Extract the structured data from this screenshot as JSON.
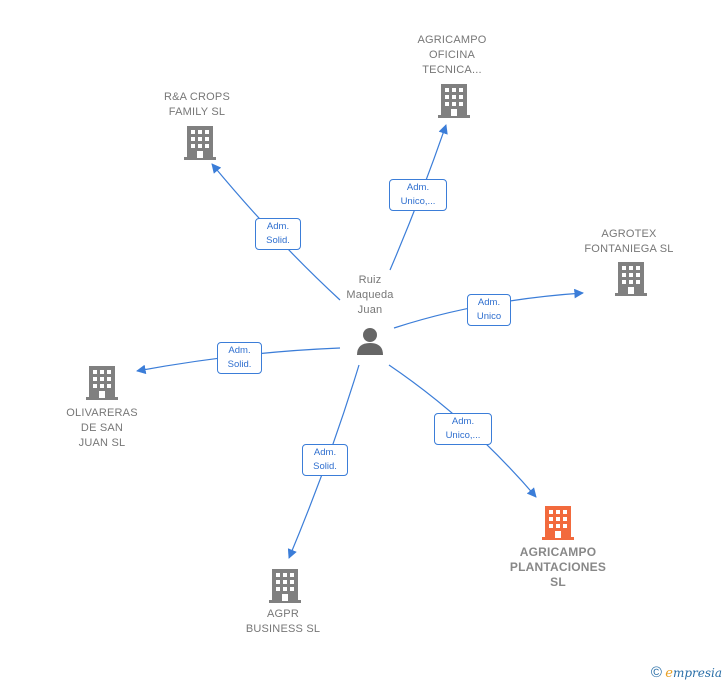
{
  "center": {
    "label": "Ruiz\nMaqueda\nJuan",
    "icon": "person-icon"
  },
  "nodes": [
    {
      "id": "agricampo-oficina",
      "label": "AGRICAMPO\nOFICINA\nTECNICA...",
      "icon": "building-icon",
      "highlight": false
    },
    {
      "id": "ra-crops",
      "label": "R&A CROPS\nFAMILY  SL",
      "icon": "building-icon",
      "highlight": false
    },
    {
      "id": "agrotex",
      "label": "AGROTEX\nFONTANIEGA SL",
      "icon": "building-icon",
      "highlight": false
    },
    {
      "id": "olivareras",
      "label": "OLIVARERAS\nDE SAN\nJUAN  SL",
      "icon": "building-icon",
      "highlight": false
    },
    {
      "id": "agricampo-plantaciones",
      "label": "AGRICAMPO\nPLANTACIONES\nSL",
      "icon": "building-icon",
      "highlight": true
    },
    {
      "id": "agpr",
      "label": "AGPR\nBUSINESS  SL",
      "icon": "building-icon",
      "highlight": false
    }
  ],
  "edges": [
    {
      "to": "agricampo-oficina",
      "label": "Adm.\nUnico,..."
    },
    {
      "to": "ra-crops",
      "label": "Adm.\nSolid."
    },
    {
      "to": "agrotex",
      "label": "Adm.\nUnico"
    },
    {
      "to": "olivareras",
      "label": "Adm.\nSolid."
    },
    {
      "to": "agricampo-plantaciones",
      "label": "Adm.\nUnico,..."
    },
    {
      "to": "agpr",
      "label": "Adm.\nSolid."
    }
  ],
  "colors": {
    "edge": "#3b7dd8",
    "building": "#808080",
    "highlight": "#f26a3d",
    "person": "#666666"
  },
  "brand": {
    "copyright": "©",
    "e": "e",
    "rest": "mpresia"
  }
}
